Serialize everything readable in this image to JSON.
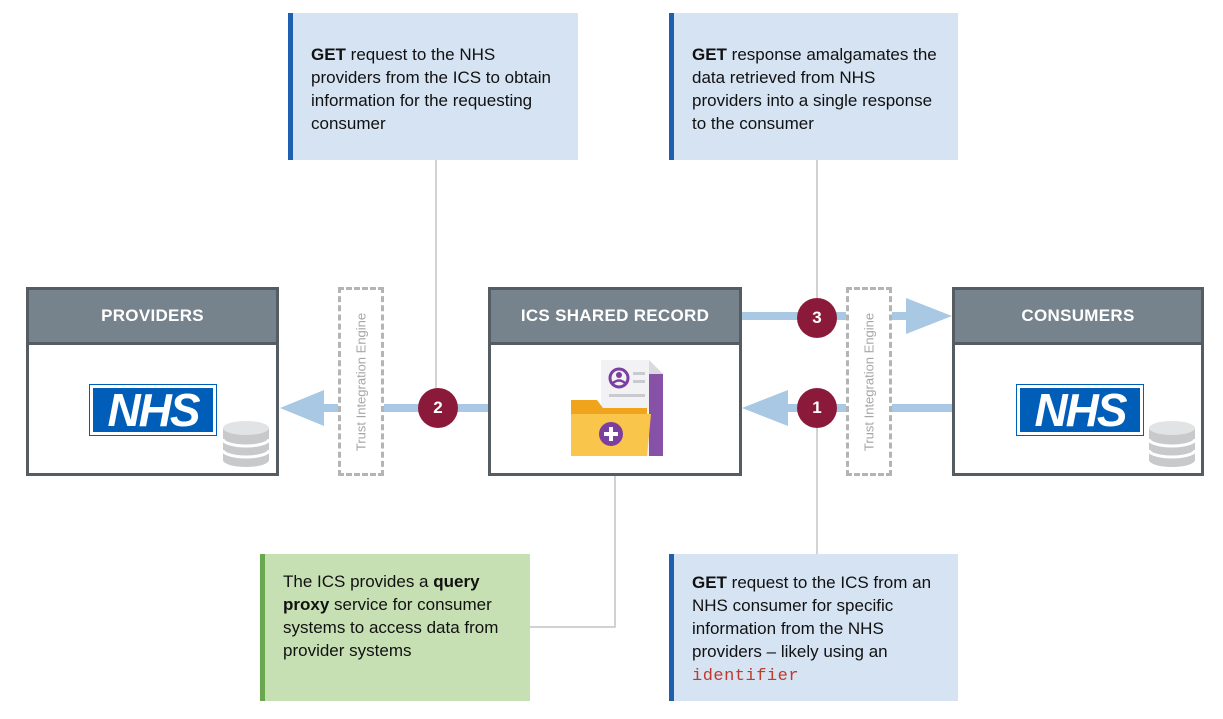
{
  "callouts": {
    "top_left": {
      "bold": "GET",
      "text": " request to the NHS providers from the ICS to obtain information for the requesting consumer"
    },
    "top_right": {
      "bold": "GET",
      "text": " response amalgamates the data retrieved from NHS providers into a single response to the consumer"
    },
    "bottom_left": {
      "pre": "The ICS provides a ",
      "bold": "query proxy",
      "post": " service for consumer systems to access data from provider systems"
    },
    "bottom_right": {
      "bold": "GET",
      "text": " request to the ICS from an NHS consumer for specific information from the NHS providers – likely using an ",
      "code": "identifier"
    }
  },
  "nodes": {
    "providers": {
      "title": "PROVIDERS",
      "logo": "NHS"
    },
    "ics": {
      "title": "ICS SHARED RECORD"
    },
    "consumers": {
      "title": "CONSUMERS",
      "logo": "NHS"
    }
  },
  "engines": {
    "left": "Trust Integration Engine",
    "right": "Trust Integration Engine"
  },
  "steps": {
    "one": "1",
    "two": "2",
    "three": "3"
  },
  "colors": {
    "arrow": "#a9c8e4",
    "badge": "#8b1a3a",
    "header": "#77838c",
    "nhs_blue": "#005eb8",
    "callout_blue": "#d5e3f2",
    "callout_green": "#c6e0b4"
  }
}
